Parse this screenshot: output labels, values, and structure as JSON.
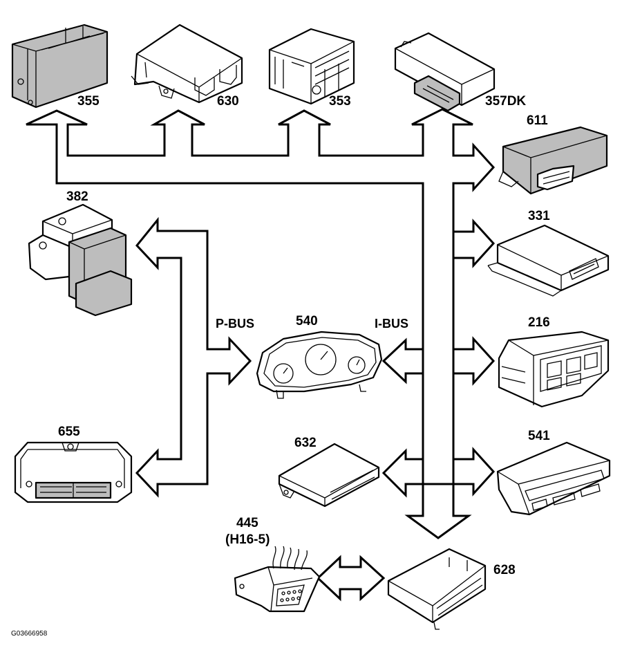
{
  "colors": {
    "module_fill": "#ffffff",
    "module_shade": "#bdbdbd",
    "line": "#000000"
  },
  "buses": {
    "p_bus": "P-BUS",
    "i_bus": "I-BUS"
  },
  "modules": {
    "m355": "355",
    "m630": "630",
    "m353": "353",
    "m357dk": "357DK",
    "m611": "611",
    "m382": "382",
    "m331": "331",
    "m540": "540",
    "m216": "216",
    "m655": "655",
    "m632": "632",
    "m541": "541",
    "m445": "445",
    "m445_sub": "(H16-5)",
    "m628": "628"
  },
  "figure_id": "G03666958"
}
